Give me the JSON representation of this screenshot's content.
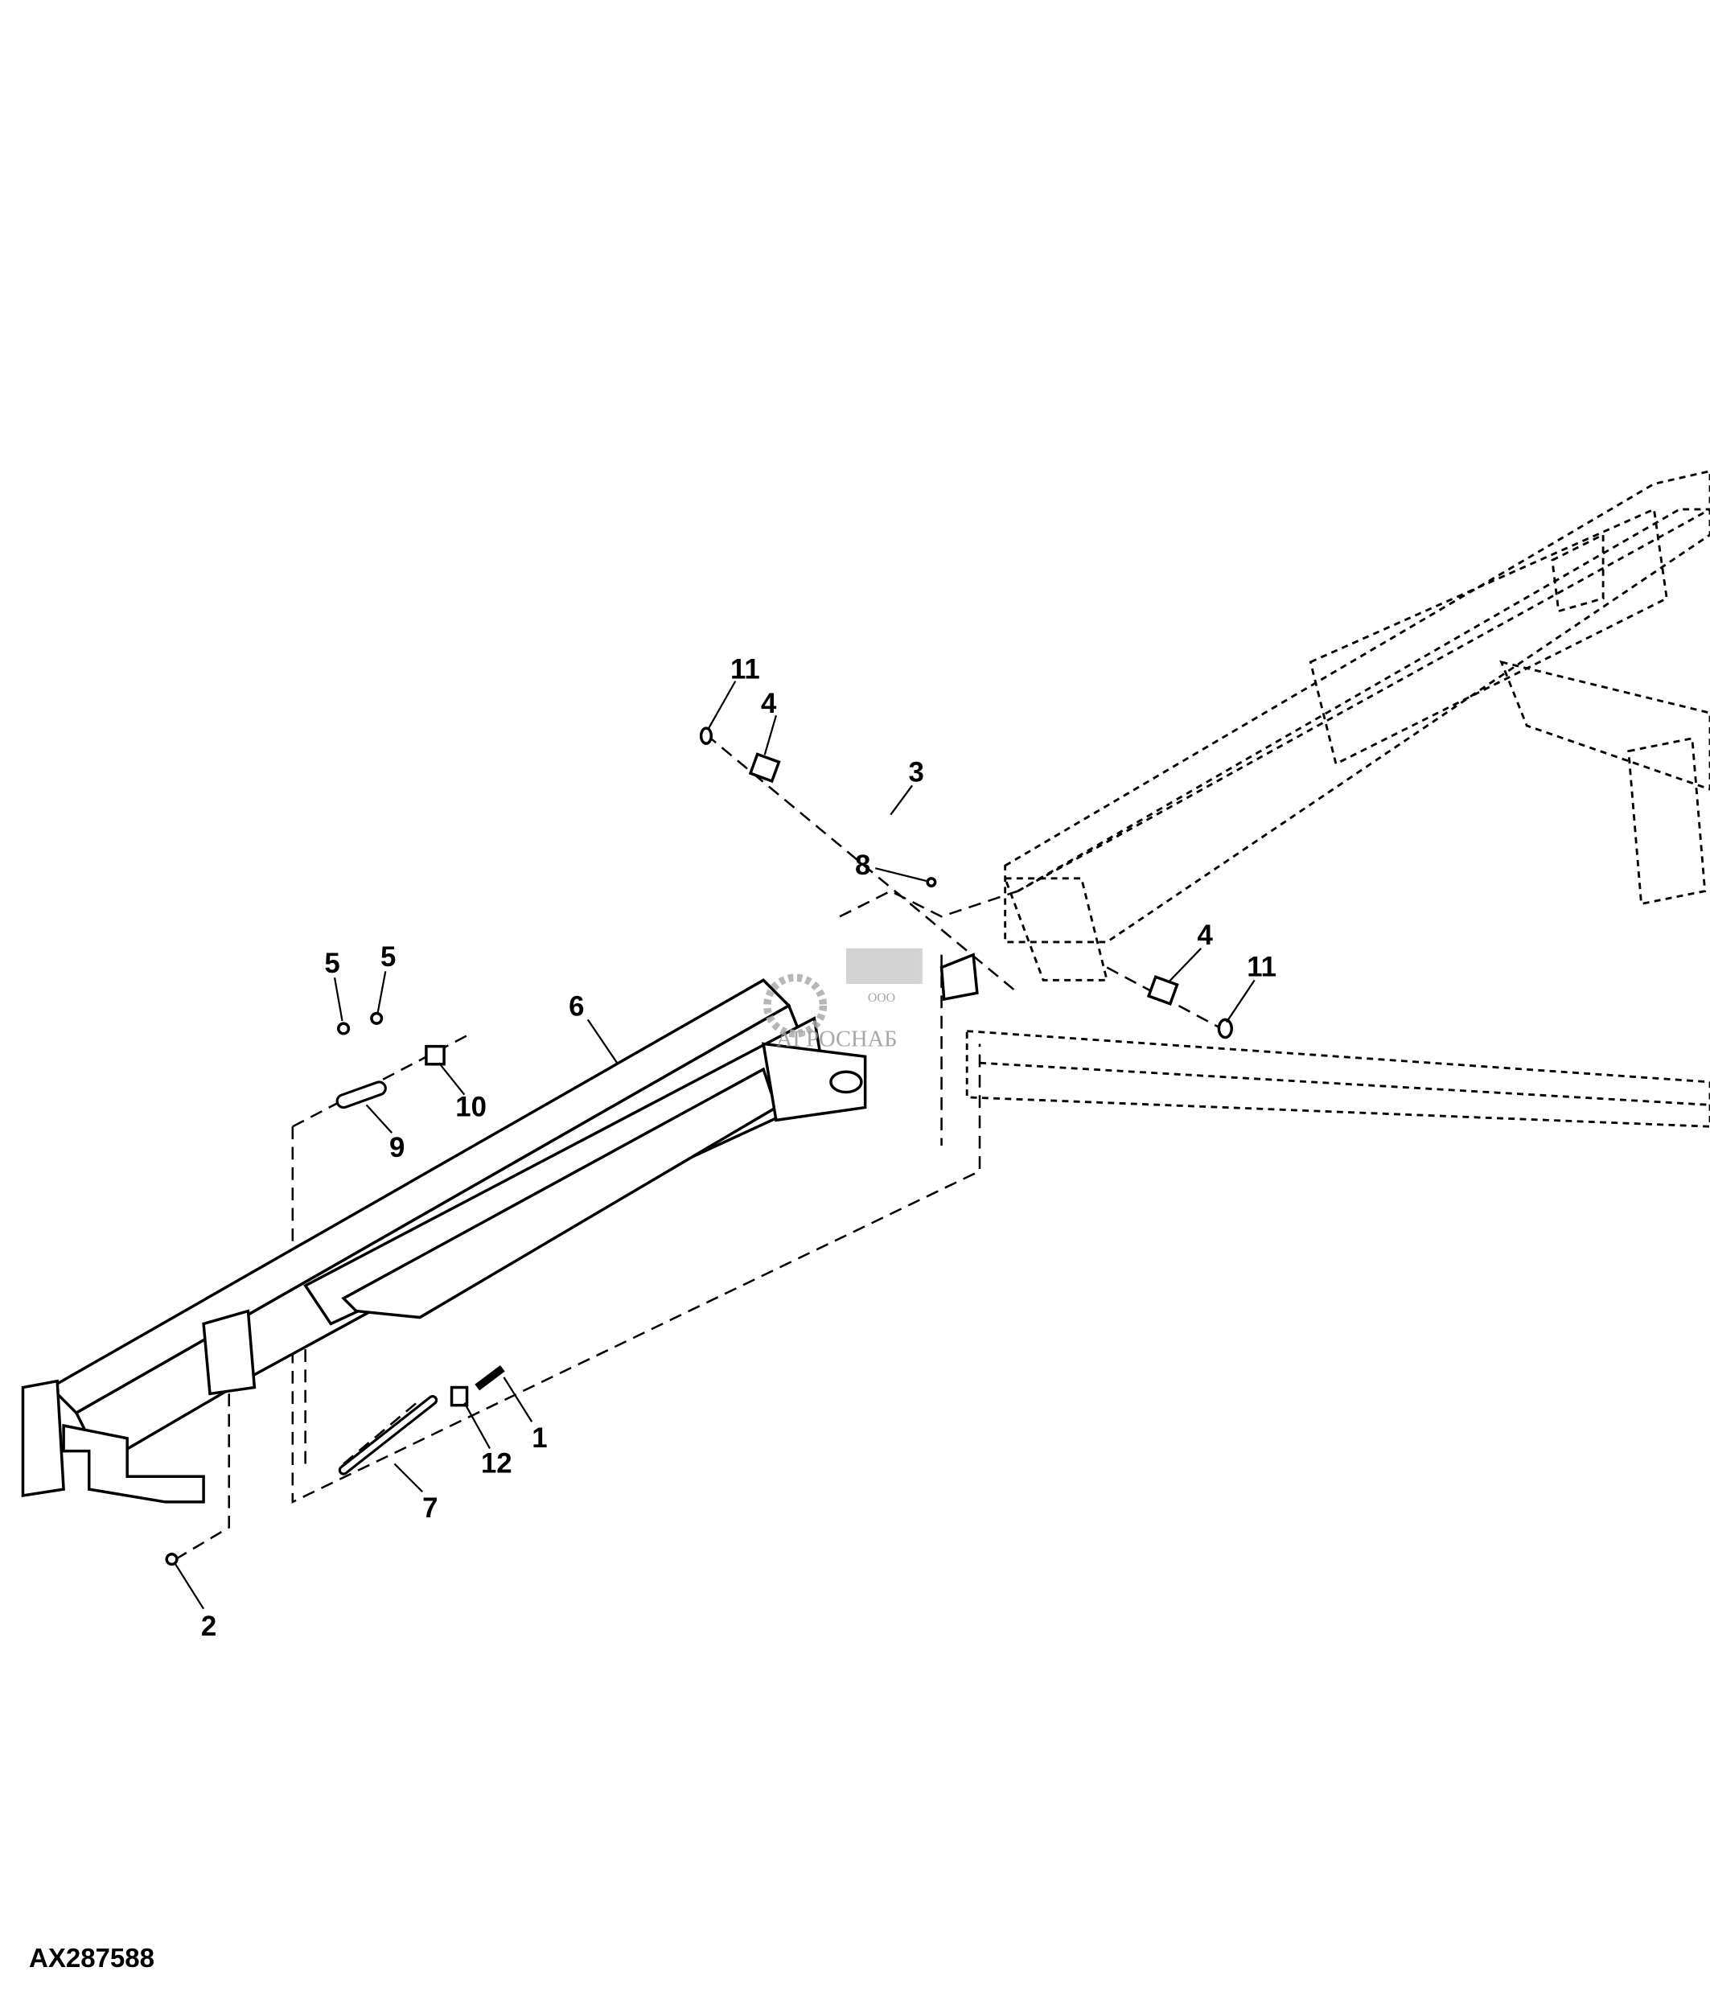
{
  "figure_id": "AX287588",
  "watermark": {
    "prefix": "ООО",
    "name": "АГРОСНАБ"
  },
  "callouts": [
    {
      "id": "11a",
      "label": "11"
    },
    {
      "id": "4a",
      "label": "4"
    },
    {
      "id": "3",
      "label": "3"
    },
    {
      "id": "8",
      "label": "8"
    },
    {
      "id": "5a",
      "label": "5"
    },
    {
      "id": "5b",
      "label": "5"
    },
    {
      "id": "10",
      "label": "10"
    },
    {
      "id": "9",
      "label": "9"
    },
    {
      "id": "6",
      "label": "6"
    },
    {
      "id": "4b",
      "label": "4"
    },
    {
      "id": "11b",
      "label": "11"
    },
    {
      "id": "1",
      "label": "1"
    },
    {
      "id": "12",
      "label": "12"
    },
    {
      "id": "7",
      "label": "7"
    },
    {
      "id": "2",
      "label": "2"
    }
  ]
}
